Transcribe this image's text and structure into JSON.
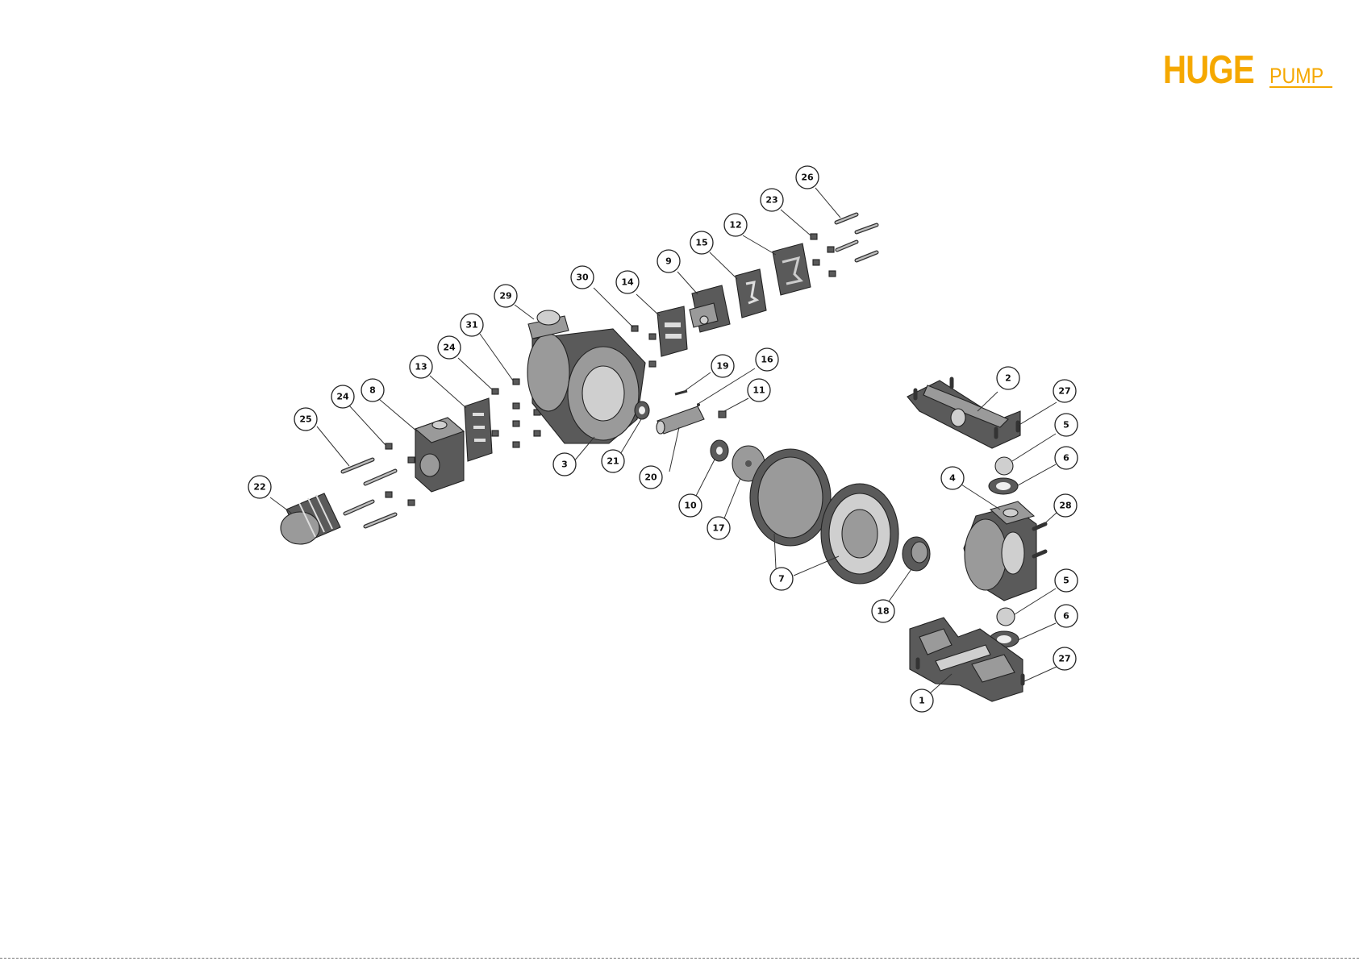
{
  "logo": {
    "huge": "HUGE",
    "pump": "PUMP",
    "color": "#f5a800"
  },
  "balloons": [
    "26",
    "23",
    "12",
    "15",
    "9",
    "14",
    "30",
    "29",
    "31",
    "24",
    "13",
    "8",
    "24",
    "25",
    "22",
    "19",
    "16",
    "11",
    "3",
    "21",
    "20",
    "10",
    "17",
    "7",
    "18",
    "2",
    "27",
    "5",
    "6",
    "4",
    "28",
    "5",
    "6",
    "27",
    "1"
  ]
}
